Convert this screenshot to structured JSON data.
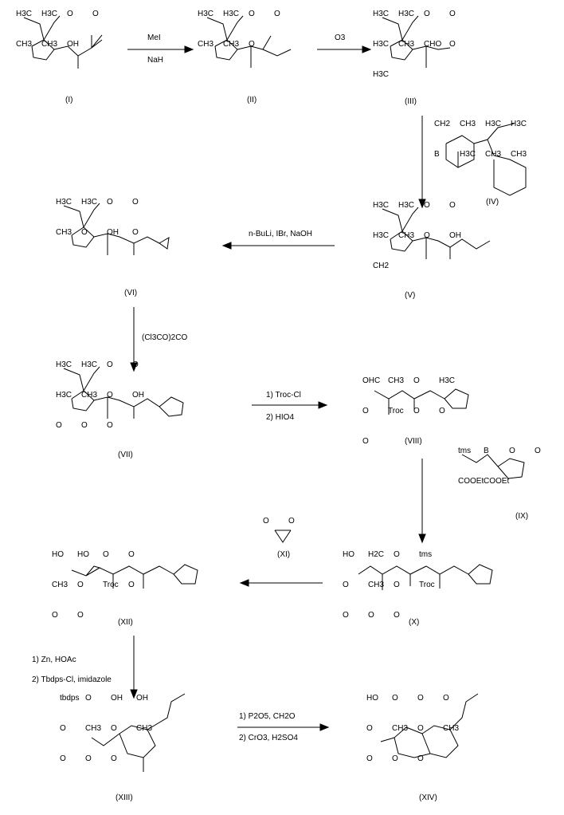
{
  "compounds": [
    {
      "id": "(I)",
      "atoms": [
        "H3C",
        "H3C",
        "O",
        "O",
        "CH3",
        "CH3",
        "OH"
      ]
    },
    {
      "id": "(II)",
      "atoms": [
        "H3C",
        "H3C",
        "O",
        "O",
        "CH3",
        "CH3",
        "O"
      ]
    },
    {
      "id": "(III)",
      "atoms": [
        "H3C",
        "H3C",
        "O",
        "O",
        "H3C",
        "CH3",
        "CHO",
        "O",
        "H3C"
      ]
    },
    {
      "id": "(IV)",
      "atoms": [
        "CH2",
        "CH3",
        "H3C",
        "H3C",
        "B",
        "H3C",
        "CH3",
        "CH3"
      ]
    },
    {
      "id": "(V)",
      "atoms": [
        "H3C",
        "H3C",
        "O",
        "O",
        "H3C",
        "CH3",
        "O",
        "OH",
        "CH2"
      ]
    },
    {
      "id": "(VI)",
      "atoms": [
        "H3C",
        "H3C",
        "O",
        "O",
        "CH3",
        "O",
        "OH",
        "O"
      ]
    },
    {
      "id": "(VII)",
      "atoms": [
        "H3C",
        "H3C",
        "O",
        "O",
        "H3C",
        "CH3",
        "O",
        "OH",
        "O",
        "O",
        "O"
      ]
    },
    {
      "id": "(VIII)",
      "atoms": [
        "OHC",
        "CH3",
        "O",
        "H3C",
        "O",
        "Troc",
        "O",
        "O",
        "O"
      ]
    },
    {
      "id": "(IX)",
      "atoms": [
        "tms",
        "B",
        "O",
        "O",
        "COOEt",
        "COOEt"
      ]
    },
    {
      "id": "(X)",
      "atoms": [
        "HO",
        "H2C",
        "O",
        "tms",
        "O",
        "CH3",
        "O",
        "Troc",
        "O",
        "O",
        "O"
      ]
    },
    {
      "id": "(XI)",
      "atoms": [
        "O",
        "O"
      ]
    },
    {
      "id": "(XII)",
      "atoms": [
        "HO",
        "HO",
        "O",
        "O",
        "CH3",
        "O",
        "Troc",
        "O",
        "O",
        "O"
      ]
    },
    {
      "id": "(XIII)",
      "atoms": [
        "tbdps",
        "O",
        "OH",
        "OH",
        "O",
        "CH3",
        "O",
        "CH3",
        "O",
        "O",
        "O"
      ]
    },
    {
      "id": "(XIV)",
      "atoms": [
        "HO",
        "O",
        "O",
        "O",
        "O",
        "CH3",
        "O",
        "CH3",
        "O",
        "O",
        "O"
      ]
    }
  ],
  "reagents": {
    "r1": [
      "MeI",
      "NaH"
    ],
    "r2": [
      "O3"
    ],
    "r3": [
      "n-BuLi, IBr, NaOH"
    ],
    "r4": [
      "(Cl3CO)2CO"
    ],
    "r5": [
      "1) Troc-Cl",
      "2) HIO4"
    ],
    "r6": [
      "1) Zn, HOAc",
      "2) Tbdps-Cl, imidazole"
    ],
    "r7": [
      "1) P2O5, CH2O",
      "2) CrO3, H2SO4"
    ]
  }
}
